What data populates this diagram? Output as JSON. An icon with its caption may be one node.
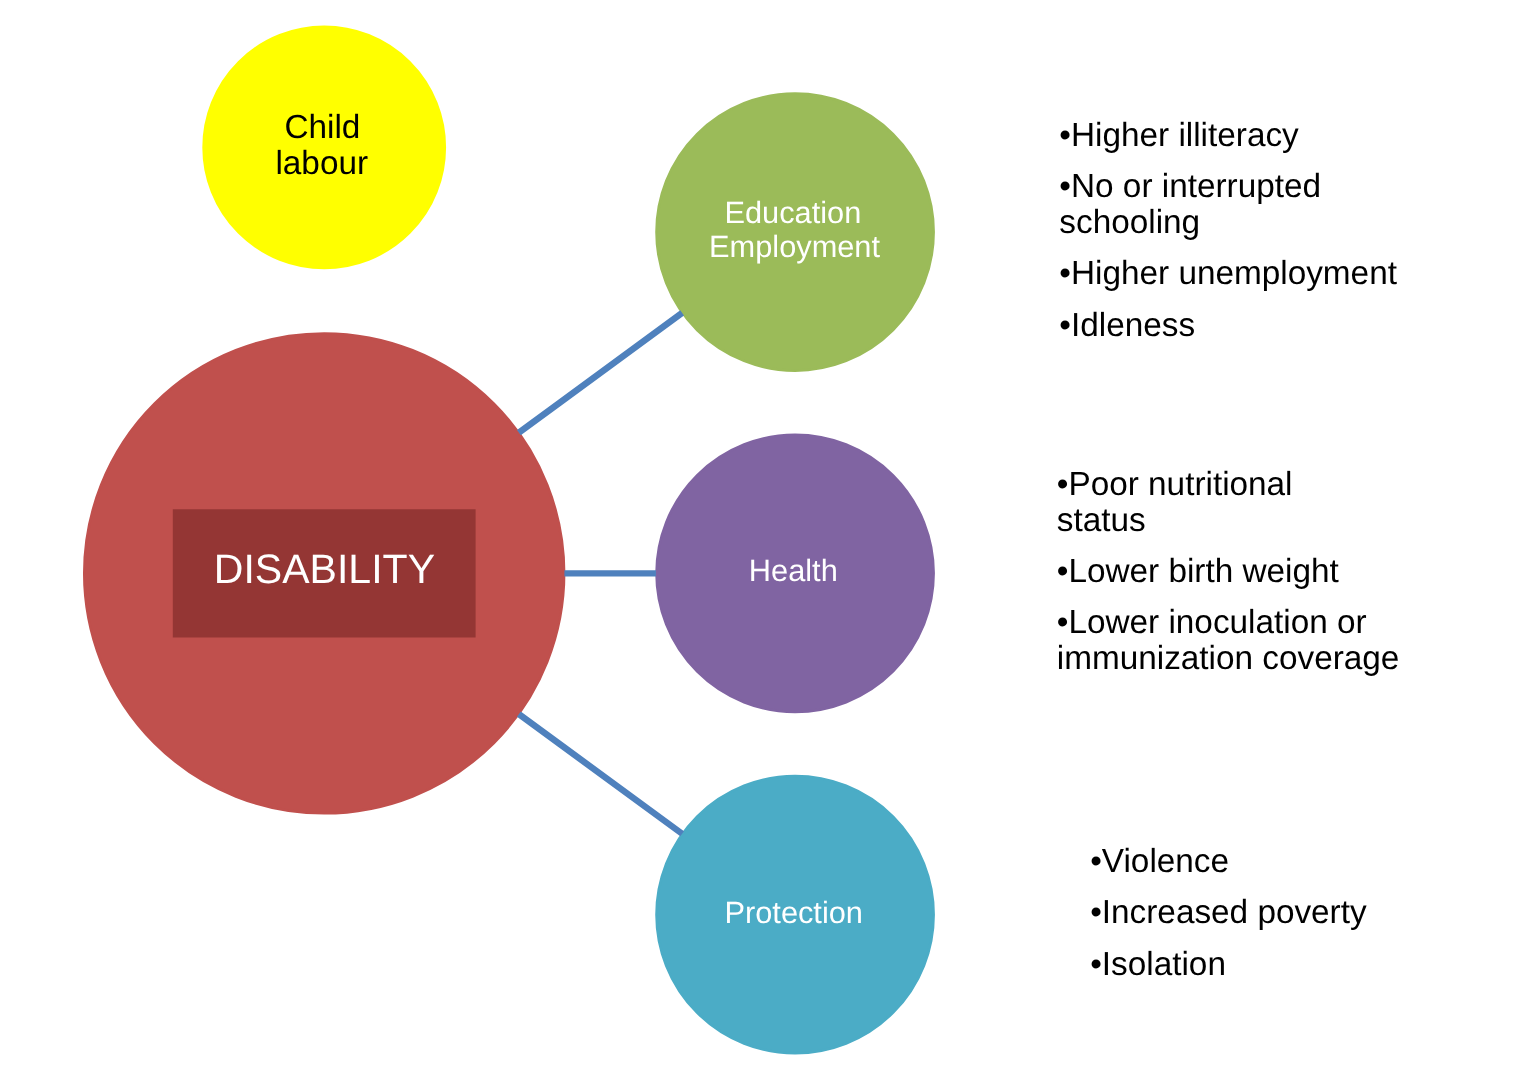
{
  "diagram": {
    "nodes": [
      {
        "text": [
          "Child labour"
        ]
      },
      {
        "text": [
          "DISABILITY"
        ]
      },
      {
        "text": [
          "Education Employment"
        ],
        "beside": [
          "•Higher illiteracy",
          "•No or interrupted schooling",
          "•Higher unemployment",
          "•Idleness"
        ]
      },
      {
        "text": [
          "Health"
        ],
        "beside": [
          "•Poor nutritional status",
          "•Lower birth weight",
          "•Lower inoculation or immunization coverage"
        ]
      },
      {
        "text": [
          "Protection"
        ],
        "beside": [
          "•Violence",
          "•Increased poverty",
          "•Isolation"
        ]
      }
    ],
    "edges": [
      {
        "from": 1,
        "to": 2,
        "arrow": "none"
      },
      {
        "from": 1,
        "to": 3,
        "arrow": "none"
      },
      {
        "from": 1,
        "to": 4,
        "arrow": "none"
      }
    ]
  }
}
